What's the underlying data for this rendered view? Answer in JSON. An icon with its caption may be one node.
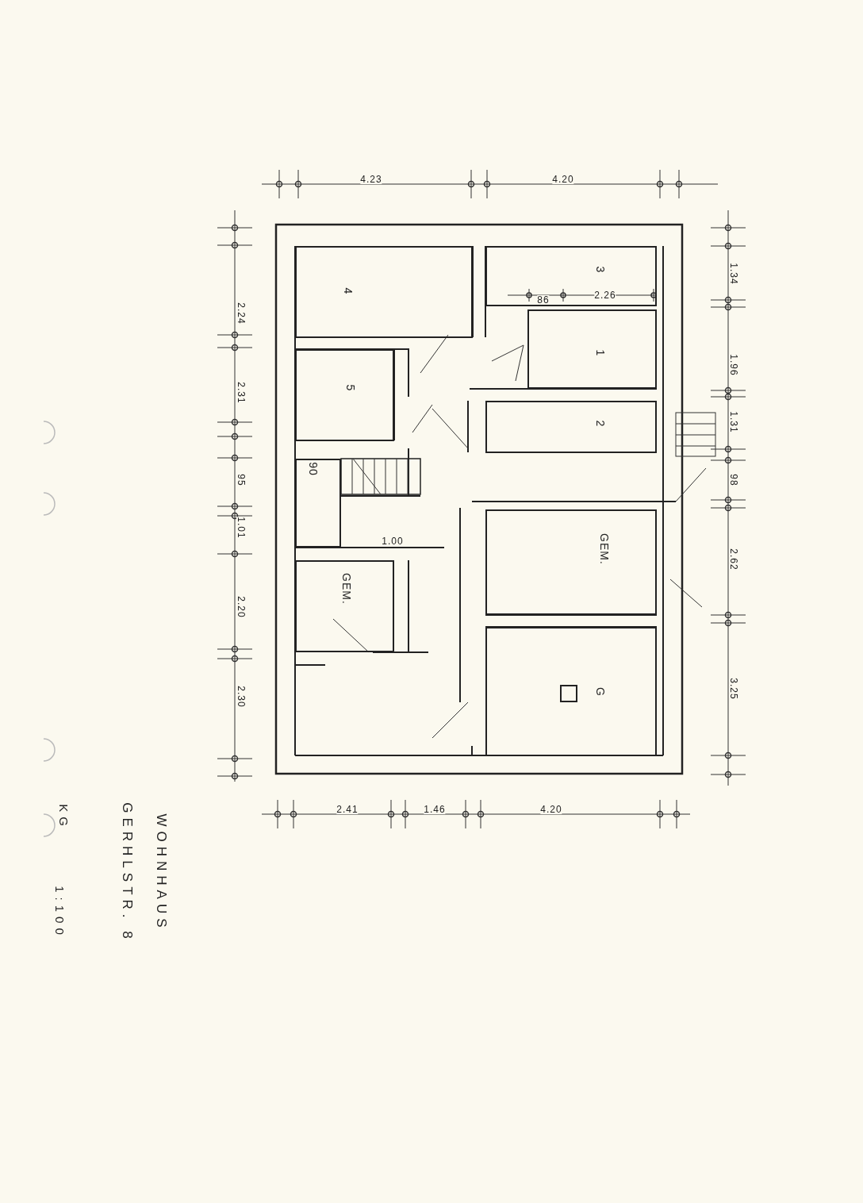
{
  "diagram": {
    "nodes": [
      {
        "text": [
          "4"
        ]
      },
      {
        "text": [
          "3"
        ]
      },
      {
        "text": [
          "1"
        ]
      },
      {
        "text": [
          "5"
        ]
      },
      {
        "text": [
          "2"
        ]
      },
      {
        "text": [
          "90"
        ]
      },
      {
        "text": [
          "GEM."
        ]
      },
      {
        "text": [
          "GEM."
        ]
      },
      {
        "text": [
          "G"
        ]
      }
    ],
    "labels": [
      "4.23",
      "4.20",
      "2.24",
      "2.31",
      "95",
      "1.01",
      "2.20",
      "2.30",
      "1.34",
      "86",
      "2.26",
      "1.96",
      "1.31",
      "98",
      "1.00",
      "2.62",
      "3.25",
      "2.41",
      "1.46",
      "4.20",
      "KG",
      "1:100",
      "GERHLSTR. 8",
      "WOHNHAUS"
    ]
  }
}
